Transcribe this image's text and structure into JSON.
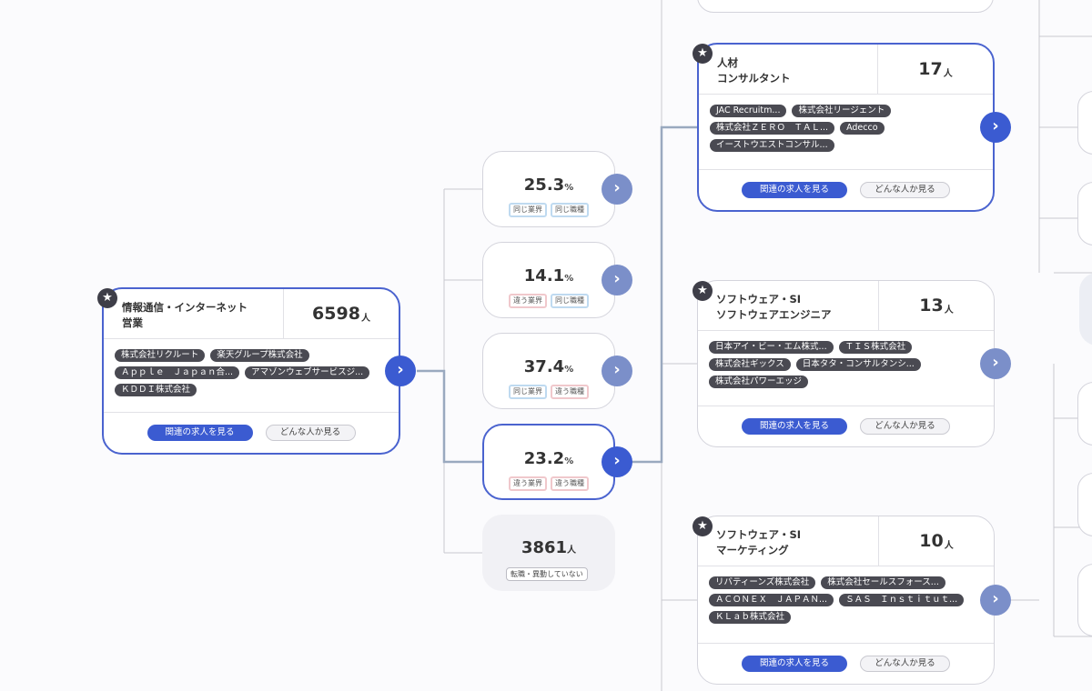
{
  "source": {
    "title": "情報通信・インターネット\n営業",
    "count": "6598",
    "unit": "人",
    "companies": [
      "株式会社リクルート",
      "楽天グループ株式会社",
      "Ａｐｐｌｅ　Ｊａｐａｎ合...",
      "アマゾンウェブサービスジ...",
      "ＫＤＤＩ株式会社"
    ],
    "jobs_button": "関連の求人を見る",
    "people_button": "どんな人か見る"
  },
  "branches": [
    {
      "percent": "25.3",
      "unit": "%",
      "tags": [
        {
          "label": "同じ業界",
          "kind": "same"
        },
        {
          "label": "同じ職種",
          "kind": "same"
        }
      ]
    },
    {
      "percent": "14.1",
      "unit": "%",
      "tags": [
        {
          "label": "違う業界",
          "kind": "diff"
        },
        {
          "label": "同じ職種",
          "kind": "same"
        }
      ]
    },
    {
      "percent": "37.4",
      "unit": "%",
      "tags": [
        {
          "label": "同じ業界",
          "kind": "same"
        },
        {
          "label": "違う職種",
          "kind": "diff"
        }
      ]
    },
    {
      "percent": "23.2",
      "unit": "%",
      "tags": [
        {
          "label": "違う業界",
          "kind": "diff"
        },
        {
          "label": "違う職種",
          "kind": "diff"
        }
      ]
    }
  ],
  "no_change": {
    "count": "3861",
    "unit": "人",
    "label": "転職・異動していない"
  },
  "destinations": [
    {
      "title": "人材\nコンサルタント",
      "count": "17",
      "unit": "人",
      "companies": [
        "JAC Recruitm...",
        "株式会社リージェント",
        "株式会社ＺＥＲＯ　ＴＡＬ...",
        "Adecco",
        "イーストウエストコンサル..."
      ],
      "jobs_button": "関連の求人を見る",
      "people_button": "どんな人か見る"
    },
    {
      "title": "ソフトウェア・SI\nソフトウェアエンジニア",
      "count": "13",
      "unit": "人",
      "companies": [
        "日本アイ・ビー・エム株式...",
        "ＴＩＳ株式会社",
        "株式会社ギックス",
        "日本タタ・コンサルタンシ...",
        "株式会社パワーエッジ"
      ],
      "jobs_button": "関連の求人を見る",
      "people_button": "どんな人か見る"
    },
    {
      "title": "ソフトウェア・SI\nマーケティング",
      "count": "10",
      "unit": "人",
      "companies": [
        "リバティーンズ株式会社",
        "株式会社セールスフォース...",
        "ＡＣＯＮＥＸ　ＪＡＰＡＮ...",
        "ＳＡＳ　Ｉｎｓｔｉｔｕｔ...",
        "ＫＬａｂ株式会社"
      ],
      "jobs_button": "関連の求人を見る",
      "people_button": "どんな人か見る"
    }
  ],
  "icons": {
    "star": "star-icon",
    "arrow": "chevron-right-icon"
  },
  "colors": {
    "accent": "#3b5bd1",
    "arrow_inactive": "#7b8fc9",
    "same_border": "#bfdaf0",
    "diff_border": "#f0c8cc"
  }
}
